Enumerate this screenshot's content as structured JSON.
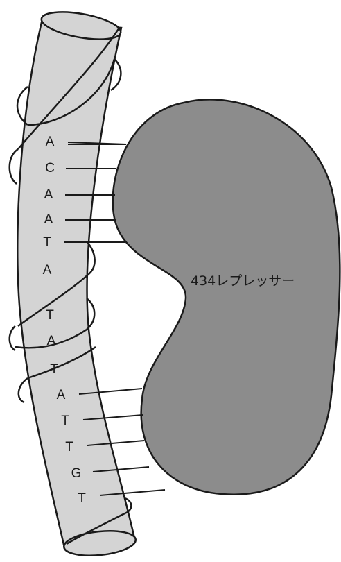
{
  "dna": {
    "bases": [
      "A",
      "C",
      "A",
      "A",
      "T",
      "A",
      "T",
      "A",
      "T",
      "A",
      "T",
      "T",
      "G",
      "T"
    ]
  },
  "protein": {
    "label": "434レプレッサー"
  },
  "colors": {
    "dna_fill": "#d4d4d4",
    "protein_fill": "#8c8c8c",
    "outline": "#1a1a1a"
  }
}
